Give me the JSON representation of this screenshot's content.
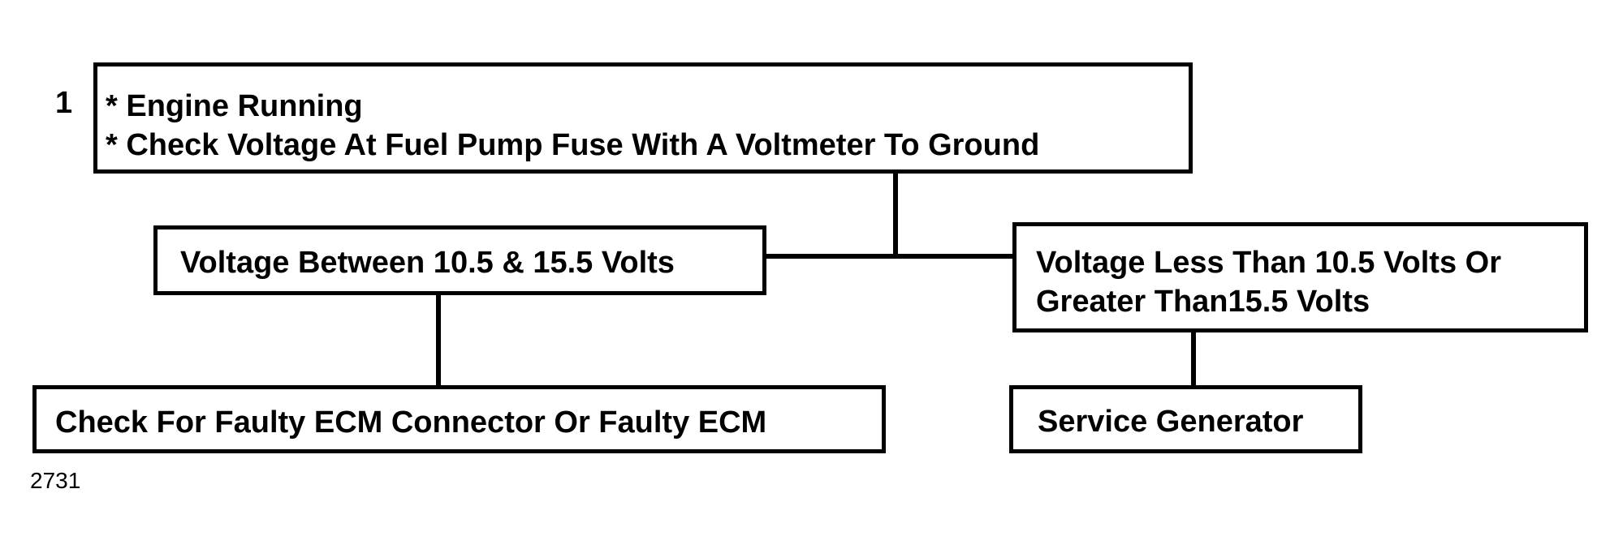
{
  "step_number": "1",
  "top_box": {
    "line1": "* Engine Running",
    "line2": "* Check Voltage At Fuel Pump Fuse With A Voltmeter To Ground"
  },
  "left_box": {
    "text": "Voltage Between 10.5  & 15.5 Volts"
  },
  "right_box": {
    "line1": "Voltage Less Than 10.5 Volts Or",
    "line2": "Greater Than15.5 Volts"
  },
  "left_result_box": {
    "text": "Check For Faulty ECM Connector Or  Faulty ECM"
  },
  "right_result_box": {
    "text": "Service Generator"
  },
  "figure_number": "2731"
}
